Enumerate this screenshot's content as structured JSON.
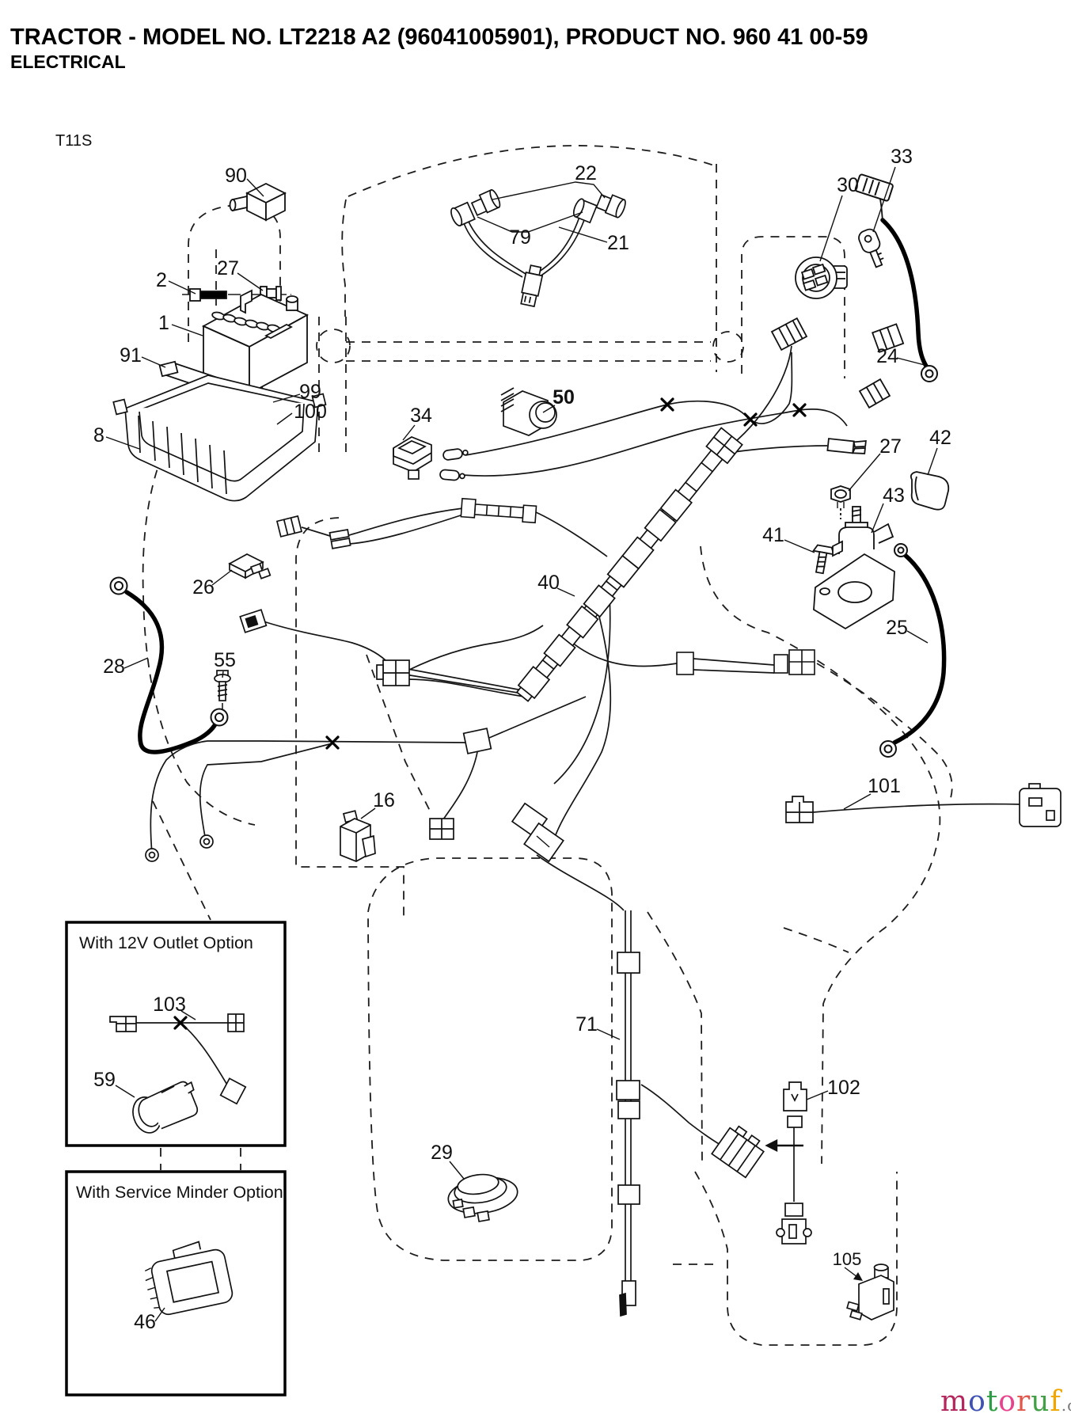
{
  "header": {
    "title_line1": "TRACTOR - MODEL NO. LT2218 A2 (96041005901), PRODUCT NO. 960 41 00-59",
    "title_line2": "ELECTRICAL"
  },
  "diagram": {
    "ref": "T11S"
  },
  "callouts": {
    "n90": {
      "label": "90"
    },
    "n2": {
      "label": "2"
    },
    "n27a": {
      "label": "27"
    },
    "n1": {
      "label": "1"
    },
    "n91": {
      "label": "91"
    },
    "n99": {
      "label": "99"
    },
    "n100": {
      "label": "100"
    },
    "n8": {
      "label": "8"
    },
    "n22": {
      "label": "22"
    },
    "n79": {
      "label": "79"
    },
    "n21": {
      "label": "21"
    },
    "n30": {
      "label": "30"
    },
    "n33": {
      "label": "33"
    },
    "n24": {
      "label": "24"
    },
    "n34": {
      "label": "34"
    },
    "n50": {
      "label": "50"
    },
    "n27b": {
      "label": "27"
    },
    "n42": {
      "label": "42"
    },
    "n43": {
      "label": "43"
    },
    "n41": {
      "label": "41"
    },
    "n26": {
      "label": "26"
    },
    "n40": {
      "label": "40"
    },
    "n25": {
      "label": "25"
    },
    "n28": {
      "label": "28"
    },
    "n55": {
      "label": "55"
    },
    "n16": {
      "label": "16"
    },
    "n101": {
      "label": "101"
    },
    "n71": {
      "label": "71"
    },
    "n102": {
      "label": "102"
    },
    "n29": {
      "label": "29"
    },
    "n105": {
      "label": "105"
    },
    "n103": {
      "label": "103"
    },
    "n59": {
      "label": "59"
    },
    "n46": {
      "label": "46"
    }
  },
  "boxes": {
    "outlet_option": {
      "label": "With 12V Outlet Option"
    },
    "service_minder": {
      "label": "With Service Minder Option"
    }
  },
  "watermark": {
    "letters": [
      {
        "ch": "m",
        "color": "#b5275c"
      },
      {
        "ch": "o",
        "color": "#3f51b5"
      },
      {
        "ch": "t",
        "color": "#2e9e44"
      },
      {
        "ch": "o",
        "color": "#e9418c"
      },
      {
        "ch": "r",
        "color": "#e2574c"
      },
      {
        "ch": "u",
        "color": "#43a047"
      },
      {
        "ch": "f",
        "color": "#f0a500"
      }
    ],
    "suffix": ".de",
    "suffix_color": "#787878"
  }
}
